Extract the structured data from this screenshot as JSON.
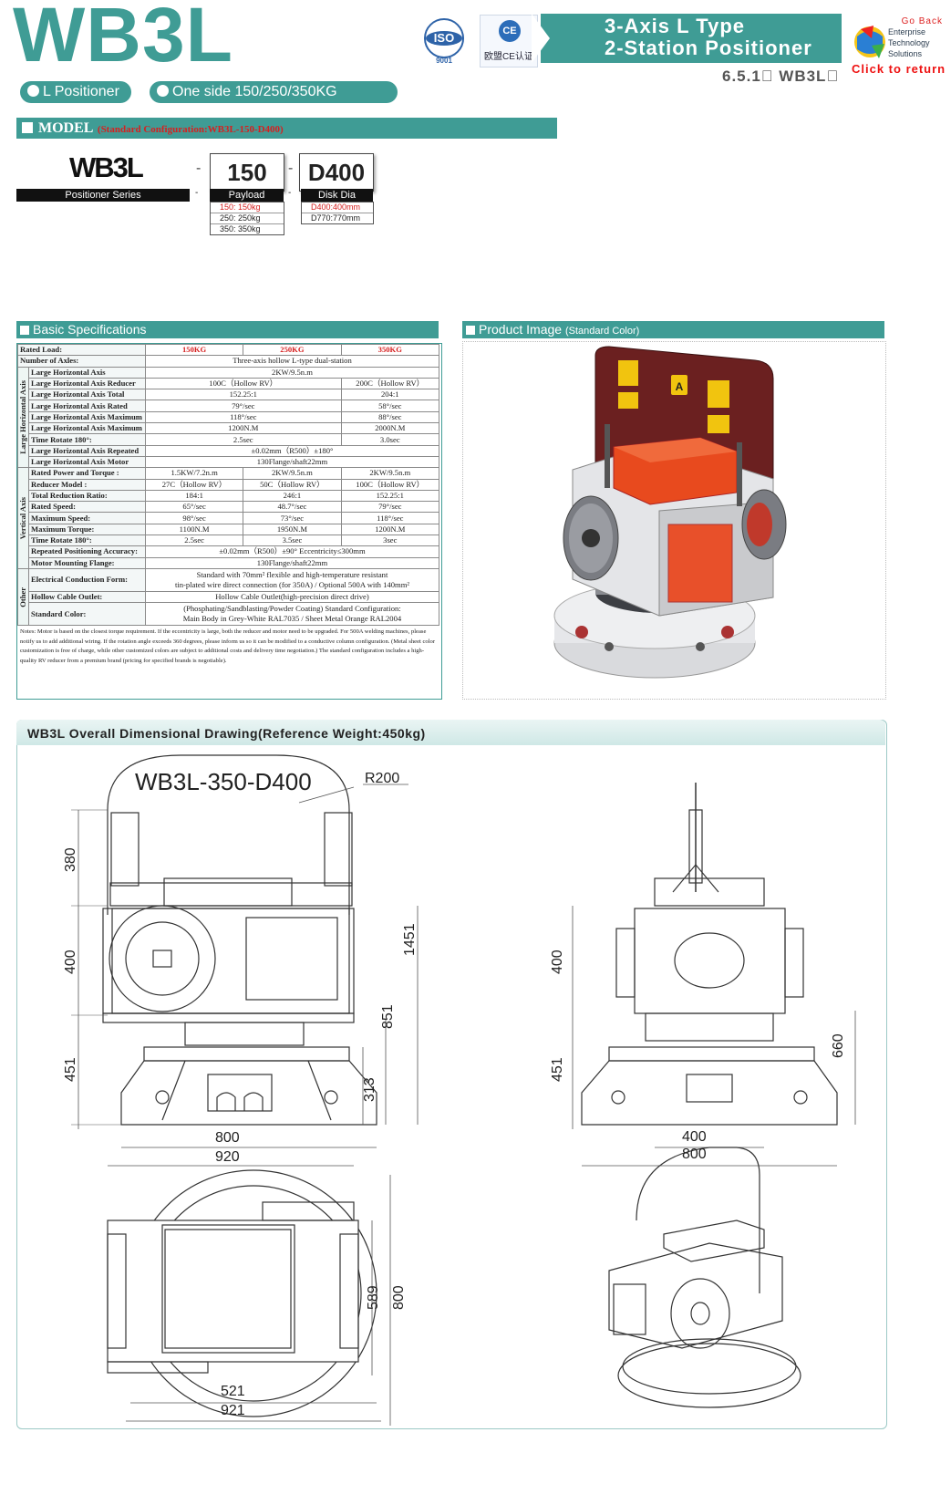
{
  "header": {
    "brand": "WB3L",
    "iso_label": "ISO",
    "iso_number": "9001",
    "ce_mark": "CE",
    "ce_caption": "欧盟CE认证",
    "title_line1": "3-Axis L Type",
    "title_line2": "2-Station Positioner",
    "subcode": "6.5.1\u0000 WB3L\u0000",
    "goback_label": "Go Back",
    "goback_lines": [
      "Enterprise",
      "Technology",
      "Solutions"
    ],
    "click_return": "Click to return",
    "pill_1": "L Positioner",
    "pill_2": "One side 150/250/350KG"
  },
  "model": {
    "label": "MODEL",
    "standard_config": "(Standard Configuration:WB3L-150-D400)",
    "series_code": "WB3L",
    "payload_code": "150",
    "disk_code": "D400",
    "series_label": "Positioner Series",
    "payload_label": "Payload",
    "payload_options": [
      "150: 150kg",
      "250: 250kg",
      "350: 350kg"
    ],
    "disk_label": "Disk Dia",
    "disk_options": [
      "D400:400mm",
      "D770:770mm"
    ]
  },
  "specs": {
    "section_title": "Basic Specifications",
    "rated_load_label": "Rated Load:",
    "load_columns": [
      "150KG",
      "250KG",
      "350KG"
    ],
    "group_large": "Large Horizontal Axis",
    "group_vertical": "Vertical Axis",
    "group_other": "Other",
    "rows": [
      {
        "label": "Number of Axles:",
        "cells": [
          "Three-axis hollow L-type dual-station"
        ]
      },
      {
        "label": "Large Horizontal Axis",
        "cells": [
          "2KW/9.5n.m"
        ]
      },
      {
        "label": "Large Horizontal Axis Reducer",
        "cells": [
          "100C（Hollow RV）",
          "200C（Hollow RV）"
        ]
      },
      {
        "label": "Large Horizontal Axis Total",
        "cells": [
          "152.25:1",
          "204:1"
        ]
      },
      {
        "label": "Large Horizontal Axis Rated",
        "cells": [
          "79°/sec",
          "58°/sec"
        ]
      },
      {
        "label": "Large Horizontal Axis Maximum",
        "cells": [
          "118°/sec",
          "88°/sec"
        ]
      },
      {
        "label": "Large Horizontal Axis Maximum",
        "cells": [
          "1200N.M",
          "2000N.M"
        ]
      },
      {
        "label": "Time Rotate 180°:",
        "cells": [
          "2.5sec",
          "3.0sec"
        ]
      },
      {
        "label": "Large Horizontal Axis Repeated",
        "cells": [
          "±0.02mm（R500）±180°"
        ]
      },
      {
        "label": "Large Horizontal Axis Motor",
        "cells": [
          "130Flange/shaft22mm"
        ]
      },
      {
        "label": "Rated Power and Torque :",
        "cells": [
          "1.5KW/7.2n.m",
          "2KW/9.5n.m",
          "2KW/9.5n.m"
        ]
      },
      {
        "label": "Reducer Model :",
        "cells": [
          "27C（Hollow RV）",
          "50C（Hollow RV）",
          "100C（Hollow RV）"
        ]
      },
      {
        "label": "Total Reduction Ratio:",
        "cells": [
          "184:1",
          "246:1",
          "152.25:1"
        ]
      },
      {
        "label": "Rated Speed:",
        "cells": [
          "65°/sec",
          "48.7°/sec",
          "79°/sec"
        ]
      },
      {
        "label": "Maximum Speed:",
        "cells": [
          "98°/sec",
          "73°/sec",
          "118°/sec"
        ]
      },
      {
        "label": "Maximum Torque:",
        "cells": [
          "1100N.M",
          "1950N.M",
          "1200N.M"
        ]
      },
      {
        "label": "Time Rotate 180°:",
        "cells": [
          "2.5sec",
          "3.5sec",
          "3sec"
        ]
      },
      {
        "label": "Repeated Positioning Accuracy:",
        "cells": [
          "±0.02mm（R500）±90° Eccentricity≤300mm"
        ]
      },
      {
        "label": "Motor Mounting Flange:",
        "cells": [
          "130Flange/shaft22mm"
        ]
      },
      {
        "label": "Electrical Conduction Form:",
        "cells": [
          "Standard with 70mm² flexible and high-temperature resistant",
          "tin-plated wire direct connection (for 350A) / Optional 500A with 140mm²"
        ]
      },
      {
        "label": "Hollow Cable Outlet:",
        "cells": [
          "Hollow Cable Outlet(high-precision direct drive)"
        ]
      },
      {
        "label": "Standard Color:",
        "cells": [
          "(Phosphating/Sandblasting/Powder Coating) Standard Configuration:",
          "Main Body in Grey-White RAL7035 / Sheet Metal Orange RAL2004"
        ]
      }
    ],
    "notes": "Notes: Motor is based on the closest torque requirement. If the eccentricity is large, both the reducer and motor need to be upgraded. For 500A welding machines, please notify us to add additional wiring. If the rotation angle exceeds 360 degrees, please inform us so it can be modified to a conductive column configuration. (Metal sheet color customization is free of charge, while other customized colors are subject to additional costs and delivery time negotiation.) The standard configuration includes a high-quality RV reducer from a premium brand (pricing for specified brands is negotiable)."
  },
  "product": {
    "section_title": "Product Image",
    "section_sub": "(Standard Color)",
    "station_mark": "A"
  },
  "drawing": {
    "title": "WB3L Overall Dimensional Drawing(Reference Weight:450kg)",
    "model_label": "WB3L-350-D400",
    "radius_label": "R200",
    "front_dims": [
      "380",
      "400",
      "451",
      "1451",
      "851",
      "313",
      "800",
      "920"
    ],
    "side_dims": [
      "400",
      "451",
      "660",
      "400",
      "800"
    ],
    "top_dims": [
      "589",
      "800",
      "521",
      "921"
    ]
  },
  "colors": {
    "accent": "#3f9c95",
    "red": "#d62020",
    "orange": "#e8502a",
    "maroon": "#6b2020"
  }
}
